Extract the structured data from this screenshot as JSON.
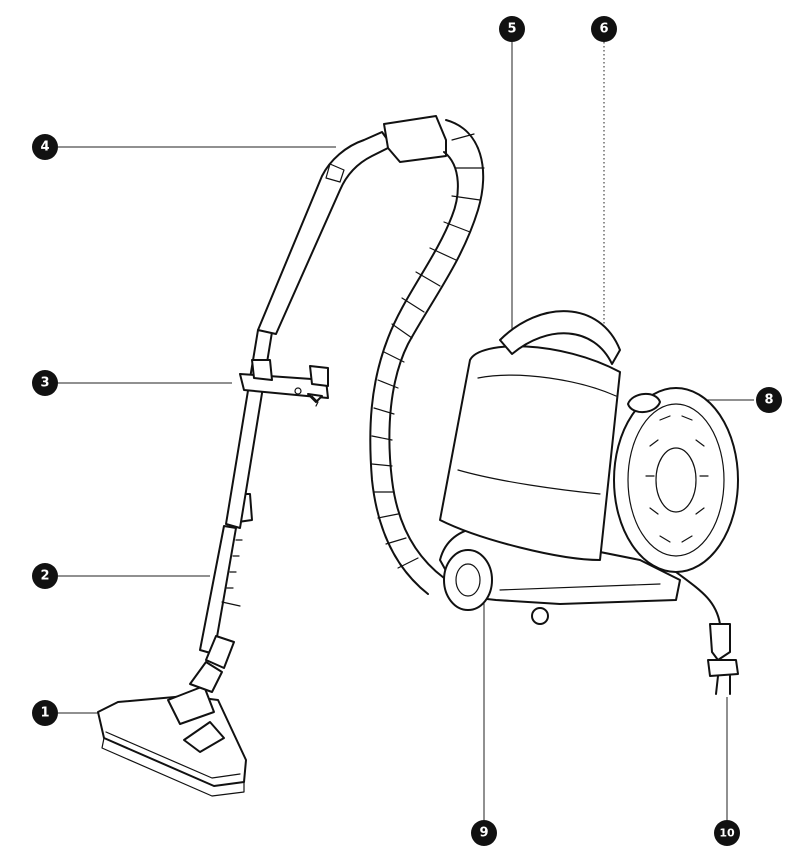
{
  "diagram": {
    "callouts": [
      {
        "id": "1",
        "label": "1"
      },
      {
        "id": "2",
        "label": "2"
      },
      {
        "id": "3",
        "label": "3"
      },
      {
        "id": "4",
        "label": "4"
      },
      {
        "id": "5",
        "label": "5"
      },
      {
        "id": "6",
        "label": "6"
      },
      {
        "id": "8",
        "label": "8"
      },
      {
        "id": "9",
        "label": "9"
      },
      {
        "id": "10",
        "label": "10"
      }
    ],
    "colors": {
      "badge": "#111111",
      "line": "#111111",
      "background": "#ffffff"
    }
  }
}
